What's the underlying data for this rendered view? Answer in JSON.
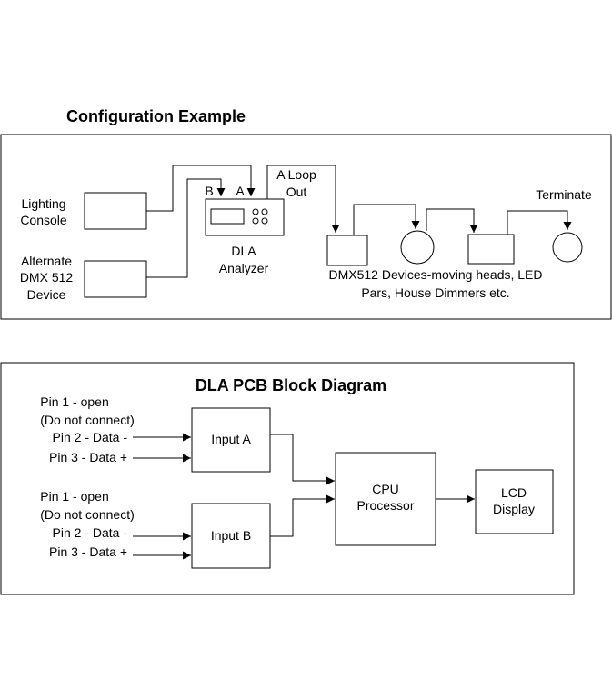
{
  "config": {
    "title": "Configuration Example",
    "lighting_console": [
      "Lighting",
      "Console"
    ],
    "alternate_device": [
      "Alternate",
      "DMX 512",
      "Device"
    ],
    "dla_analyzer": [
      "DLA",
      "Analyzer"
    ],
    "port_b": "B",
    "port_a": "A",
    "a_loop_out": [
      "A Loop",
      "Out"
    ],
    "terminate": "Terminate",
    "devices_caption": [
      "DMX512 Devices-moving heads, LED",
      "Pars, House Dimmers etc."
    ]
  },
  "pcb": {
    "title": "DLA PCB Block Diagram",
    "group_a": {
      "pin1": "Pin 1 -  open",
      "pin1_note": "(Do not connect)",
      "pin2": "Pin 2 -  Data -",
      "pin3": "Pin 3 -  Data +"
    },
    "group_b": {
      "pin1": "Pin 1 -  open",
      "pin1_note": "(Do not connect)",
      "pin2": "Pin 2 -  Data -",
      "pin3": "Pin 3 -  Data +"
    },
    "input_a": "Input A",
    "input_b": "Input B",
    "cpu": [
      "CPU",
      "Processor"
    ],
    "lcd": [
      "LCD",
      "Display"
    ]
  }
}
